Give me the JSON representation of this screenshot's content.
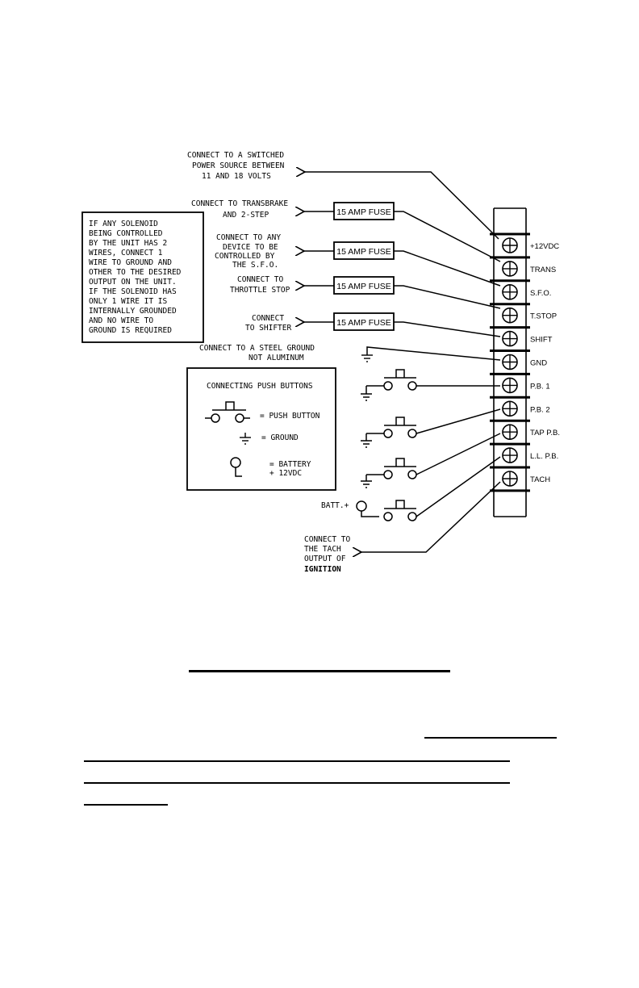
{
  "connections": {
    "power": [
      "CONNECT TO A SWITCHED",
      "POWER SOURCE BETWEEN",
      "11  AND  18  VOLTS"
    ],
    "transbrake": [
      "CONNECT TO TRANSBRAKE",
      "AND  2-STEP"
    ],
    "device": [
      "CONNECT  TO  ANY",
      "DEVICE  TO  BE",
      "CONTROLLED  BY",
      "THE  S.F.O."
    ],
    "throttle": [
      "CONNECT  TO",
      "THROTTLE STOP"
    ],
    "shifter": [
      "CONNECT",
      "TO SHIFTER"
    ],
    "ground": [
      "CONNECT  TO  A  STEEL  GROUND",
      "NOT  ALUMINUM"
    ],
    "tach": [
      "CONNECT TO",
      "THE  TACH",
      "OUTPUT  OF",
      "IGNITION"
    ]
  },
  "fuse_label": "15 AMP FUSE",
  "note_box": {
    "lines": [
      "IF  ANY  SOLENOID",
      "BEING  CONTROLLED",
      "BY THE UNIT HAS  2",
      "WIRES, CONNECT  1",
      "WIRE  TO  GROUND  AND",
      "OTHER  TO  THE  DESIRED",
      "OUTPUT  ON  THE  UNIT.",
      "IF  THE  SOLENOID  HAS",
      "ONLY  1  WIRE  IT  IS",
      "INTERNALLY  GROUNDED",
      "AND  NO  WIRE  TO",
      "GROUND  IS  REQUIRED"
    ]
  },
  "legend": {
    "title": "CONNECTING  PUSH  BUTTONS",
    "push_button": "= PUSH BUTTON",
    "ground": "=  GROUND",
    "battery": [
      "=  BATTERY",
      "+ 12VDC"
    ]
  },
  "batt_label": "BATT.+",
  "terminals": [
    "+12VDC",
    "TRANS",
    "S.F.O.",
    "T.STOP",
    "SHIFT",
    "GND",
    "P.B.  1",
    "P.B.  2",
    "TAP  P.B.",
    "L.L.  P.B.",
    "TACH"
  ]
}
